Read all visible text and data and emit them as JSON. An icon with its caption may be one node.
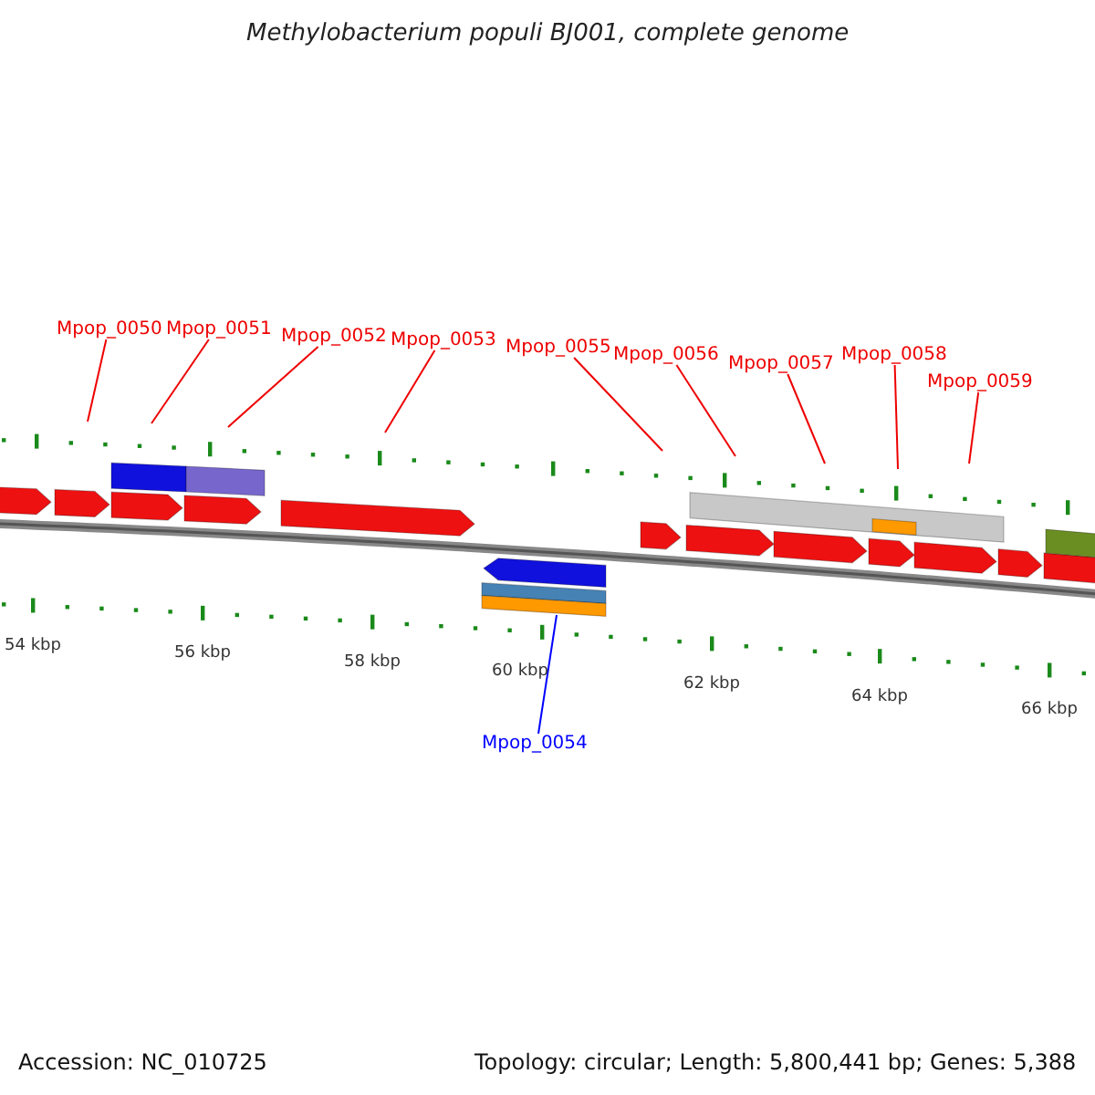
{
  "diagram": {
    "title": "Methylobacterium populi BJ001, complete genome",
    "nodes": [
      {
        "text": [
          "Mpop_0050"
        ]
      },
      {
        "text": [
          "Mpop_0051"
        ]
      },
      {
        "text": [
          "Mpop_0052"
        ]
      },
      {
        "text": [
          "Mpop_0053"
        ]
      },
      {
        "text": [
          "Mpop_0055"
        ]
      },
      {
        "text": [
          "Mpop_0056"
        ]
      },
      {
        "text": [
          "Mpop_0057"
        ]
      },
      {
        "text": [
          "Mpop_0058"
        ]
      },
      {
        "text": [
          "Mpop_0059"
        ]
      },
      {
        "text": [
          "Mpop_0054"
        ]
      },
      {
        "text": [],
        "shape": "bar"
      }
    ],
    "edges": [
      {
        "from": 0,
        "to": null,
        "arrow": "none"
      },
      {
        "from": 1,
        "to": null,
        "arrow": "none"
      },
      {
        "from": 2,
        "to": null,
        "arrow": "none"
      },
      {
        "from": 3,
        "to": null,
        "arrow": "none"
      },
      {
        "from": 4,
        "to": null,
        "arrow": "none"
      },
      {
        "from": 5,
        "to": null,
        "arrow": "none"
      },
      {
        "from": 6,
        "to": null,
        "arrow": "none"
      },
      {
        "from": 7,
        "to": null,
        "arrow": "none"
      },
      {
        "from": 8,
        "to": null,
        "arrow": "none"
      },
      {
        "from": 9,
        "to": 10,
        "arrow": "none",
        "color": "#0000ff"
      }
    ],
    "labels": [
      "54 kbp",
      "56 kbp",
      "58 kbp",
      "60 kbp",
      "62 kbp",
      "64 kbp",
      "66 kbp",
      "Accession: NC_010725",
      "Topology: circular; Length: 5,800,441 bp; Genes: 5,388"
    ]
  }
}
